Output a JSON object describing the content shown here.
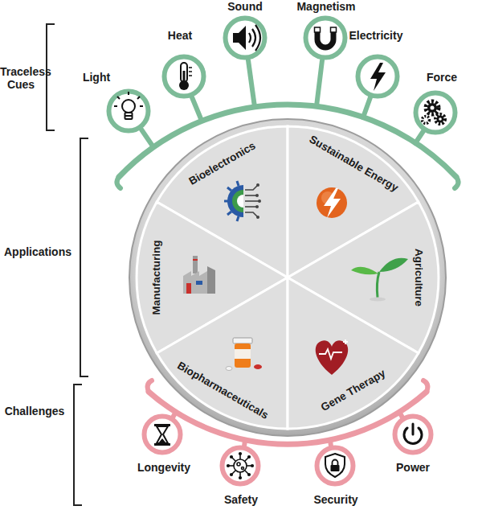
{
  "diagram": {
    "nodes": [
      {
        "text": [
          "Light"
        ]
      },
      {
        "text": [
          "Heat"
        ]
      },
      {
        "text": [
          "Sound"
        ]
      },
      {
        "text": [
          "Magnetism"
        ]
      },
      {
        "text": [
          "Electricity"
        ]
      },
      {
        "text": [
          "Force"
        ]
      },
      {
        "text": [
          "Bioelectronics"
        ]
      },
      {
        "text": [
          "Sustainable Energy"
        ]
      },
      {
        "text": [
          "Manufacturing"
        ]
      },
      {
        "text": [
          "Agriculture"
        ]
      },
      {
        "text": [
          "Biopharmaceuticals"
        ]
      },
      {
        "text": [
          "Gene Therapy"
        ]
      },
      {
        "text": [
          "Longevity"
        ]
      },
      {
        "text": [
          "Safety"
        ]
      },
      {
        "text": [
          "Security"
        ]
      },
      {
        "text": [
          "Power"
        ]
      }
    ],
    "labels": [
      "Traceless Cues",
      "Applications",
      "Challenges"
    ]
  }
}
